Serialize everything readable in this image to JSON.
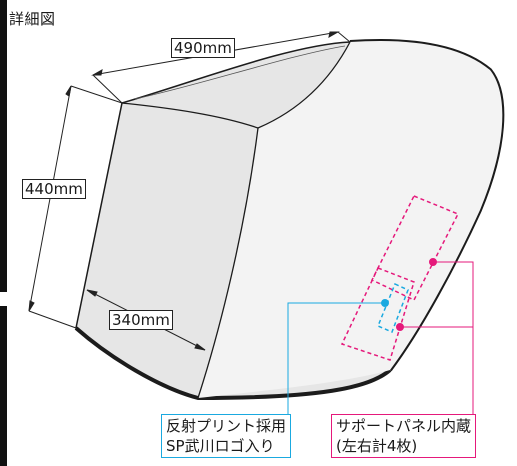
{
  "heading": "詳細図",
  "dimensions": {
    "width": "490mm",
    "height": "440mm",
    "depth": "340mm"
  },
  "callouts": {
    "reflective": {
      "line1": "反射プリント採用",
      "line2": "SP武川ロゴ入り",
      "color": "#1aa9e0"
    },
    "panel": {
      "line1": "サポートパネル内蔵",
      "line2": "(左右計4枚)",
      "color": "#e5197b"
    }
  }
}
